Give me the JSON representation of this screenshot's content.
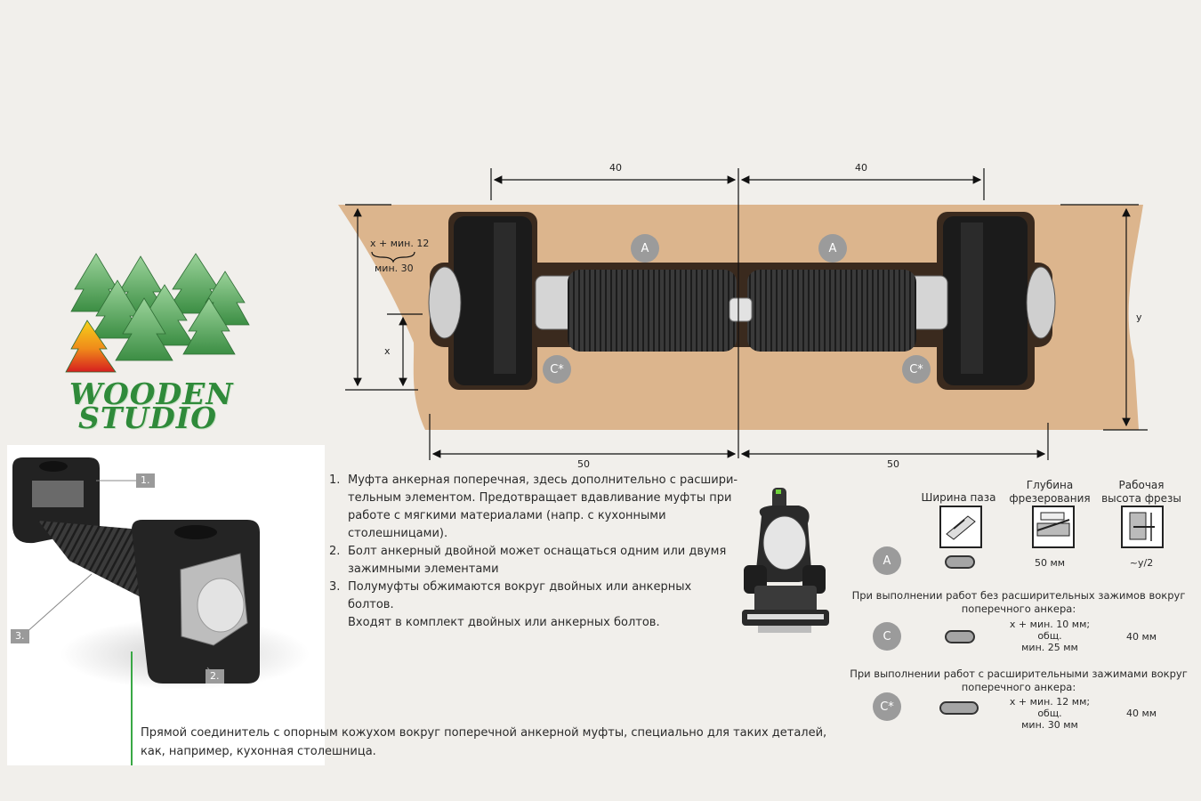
{
  "logo": {
    "line1": "WOODEN",
    "line2": "STUDIO"
  },
  "drawing": {
    "top_dims": [
      "40",
      "40"
    ],
    "bottom_dims": [
      "50",
      "50"
    ],
    "label_xmin_line1": "x + мин. 12",
    "label_xmin_line2": "мин. 30",
    "label_x": "x",
    "label_y": "y",
    "badges": [
      "A",
      "A",
      "C*",
      "C*"
    ]
  },
  "product": {
    "callouts": [
      "1.",
      "2.",
      "3."
    ]
  },
  "descriptions": [
    {
      "num": "1.",
      "text": "Муфта анкерная поперечная, здесь дополнительно с расшири-\nтельным элементом. Предотвращает вдавливание муфты при\nработе с мягкими материалами (напр. с кухонными\nстолешницами)."
    },
    {
      "num": "2.",
      "text": "Болт анкерный двойной может оснащаться одним или двумя\nзажимными элементами"
    },
    {
      "num": "3.",
      "text": "Полумуфты обжимаются вокруг двойных или анкерных болтов.\nВходят в комплект двойных или анкерных болтов."
    }
  ],
  "caption": "Прямой соединитель с опорным кожухом вокруг поперечной анкерной муфты, специально для таких деталей,\nкак, например, кухонная столешница.",
  "spec": {
    "headers": [
      "Ширина паза",
      "Глубина\nфрезерования",
      "Рабочая\nвысота фрезы"
    ],
    "icons": [
      "slot-width-icon",
      "milling-depth-icon",
      "cutter-height-icon"
    ],
    "row_a": {
      "badge": "A",
      "depth": "50 мм",
      "height": "~y/2"
    },
    "note_c": "При выполнении работ без расширительных зажимов вокруг\nпоперечного анкера:",
    "row_c": {
      "badge": "C",
      "depth": "x + мин. 10 мм;\nобщ.\nмин. 25 мм",
      "height": "40 мм"
    },
    "note_cstar": "При выполнении работ с расширительными зажимами вокруг\nпоперечного анкера:",
    "row_cstar": {
      "badge": "C*",
      "depth": "x + мин. 12 мм;\nобщ.\nмин. 30 мм",
      "height": "40 мм"
    }
  }
}
